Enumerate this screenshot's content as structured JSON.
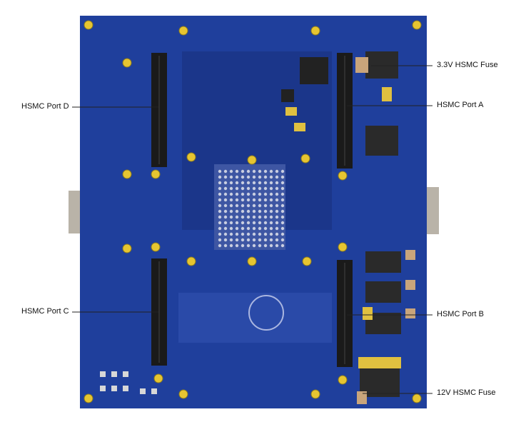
{
  "labels": {
    "fuse_3v3": "3.3V HSMC Fuse",
    "port_a": "HSMC Port A",
    "port_b": "HSMC Port B",
    "port_c": "HSMC Port C",
    "port_d": "HSMC Port D",
    "fuse_12v": "12V HSMC Fuse"
  },
  "colors": {
    "pcb": "#1f3f9c",
    "pcb_dark": "#17307c",
    "connector": "#1a1a1a",
    "pad": "#d7d7d7",
    "gold": "#e0c040",
    "tan": "#c9a57b",
    "background": "#ffffff"
  }
}
